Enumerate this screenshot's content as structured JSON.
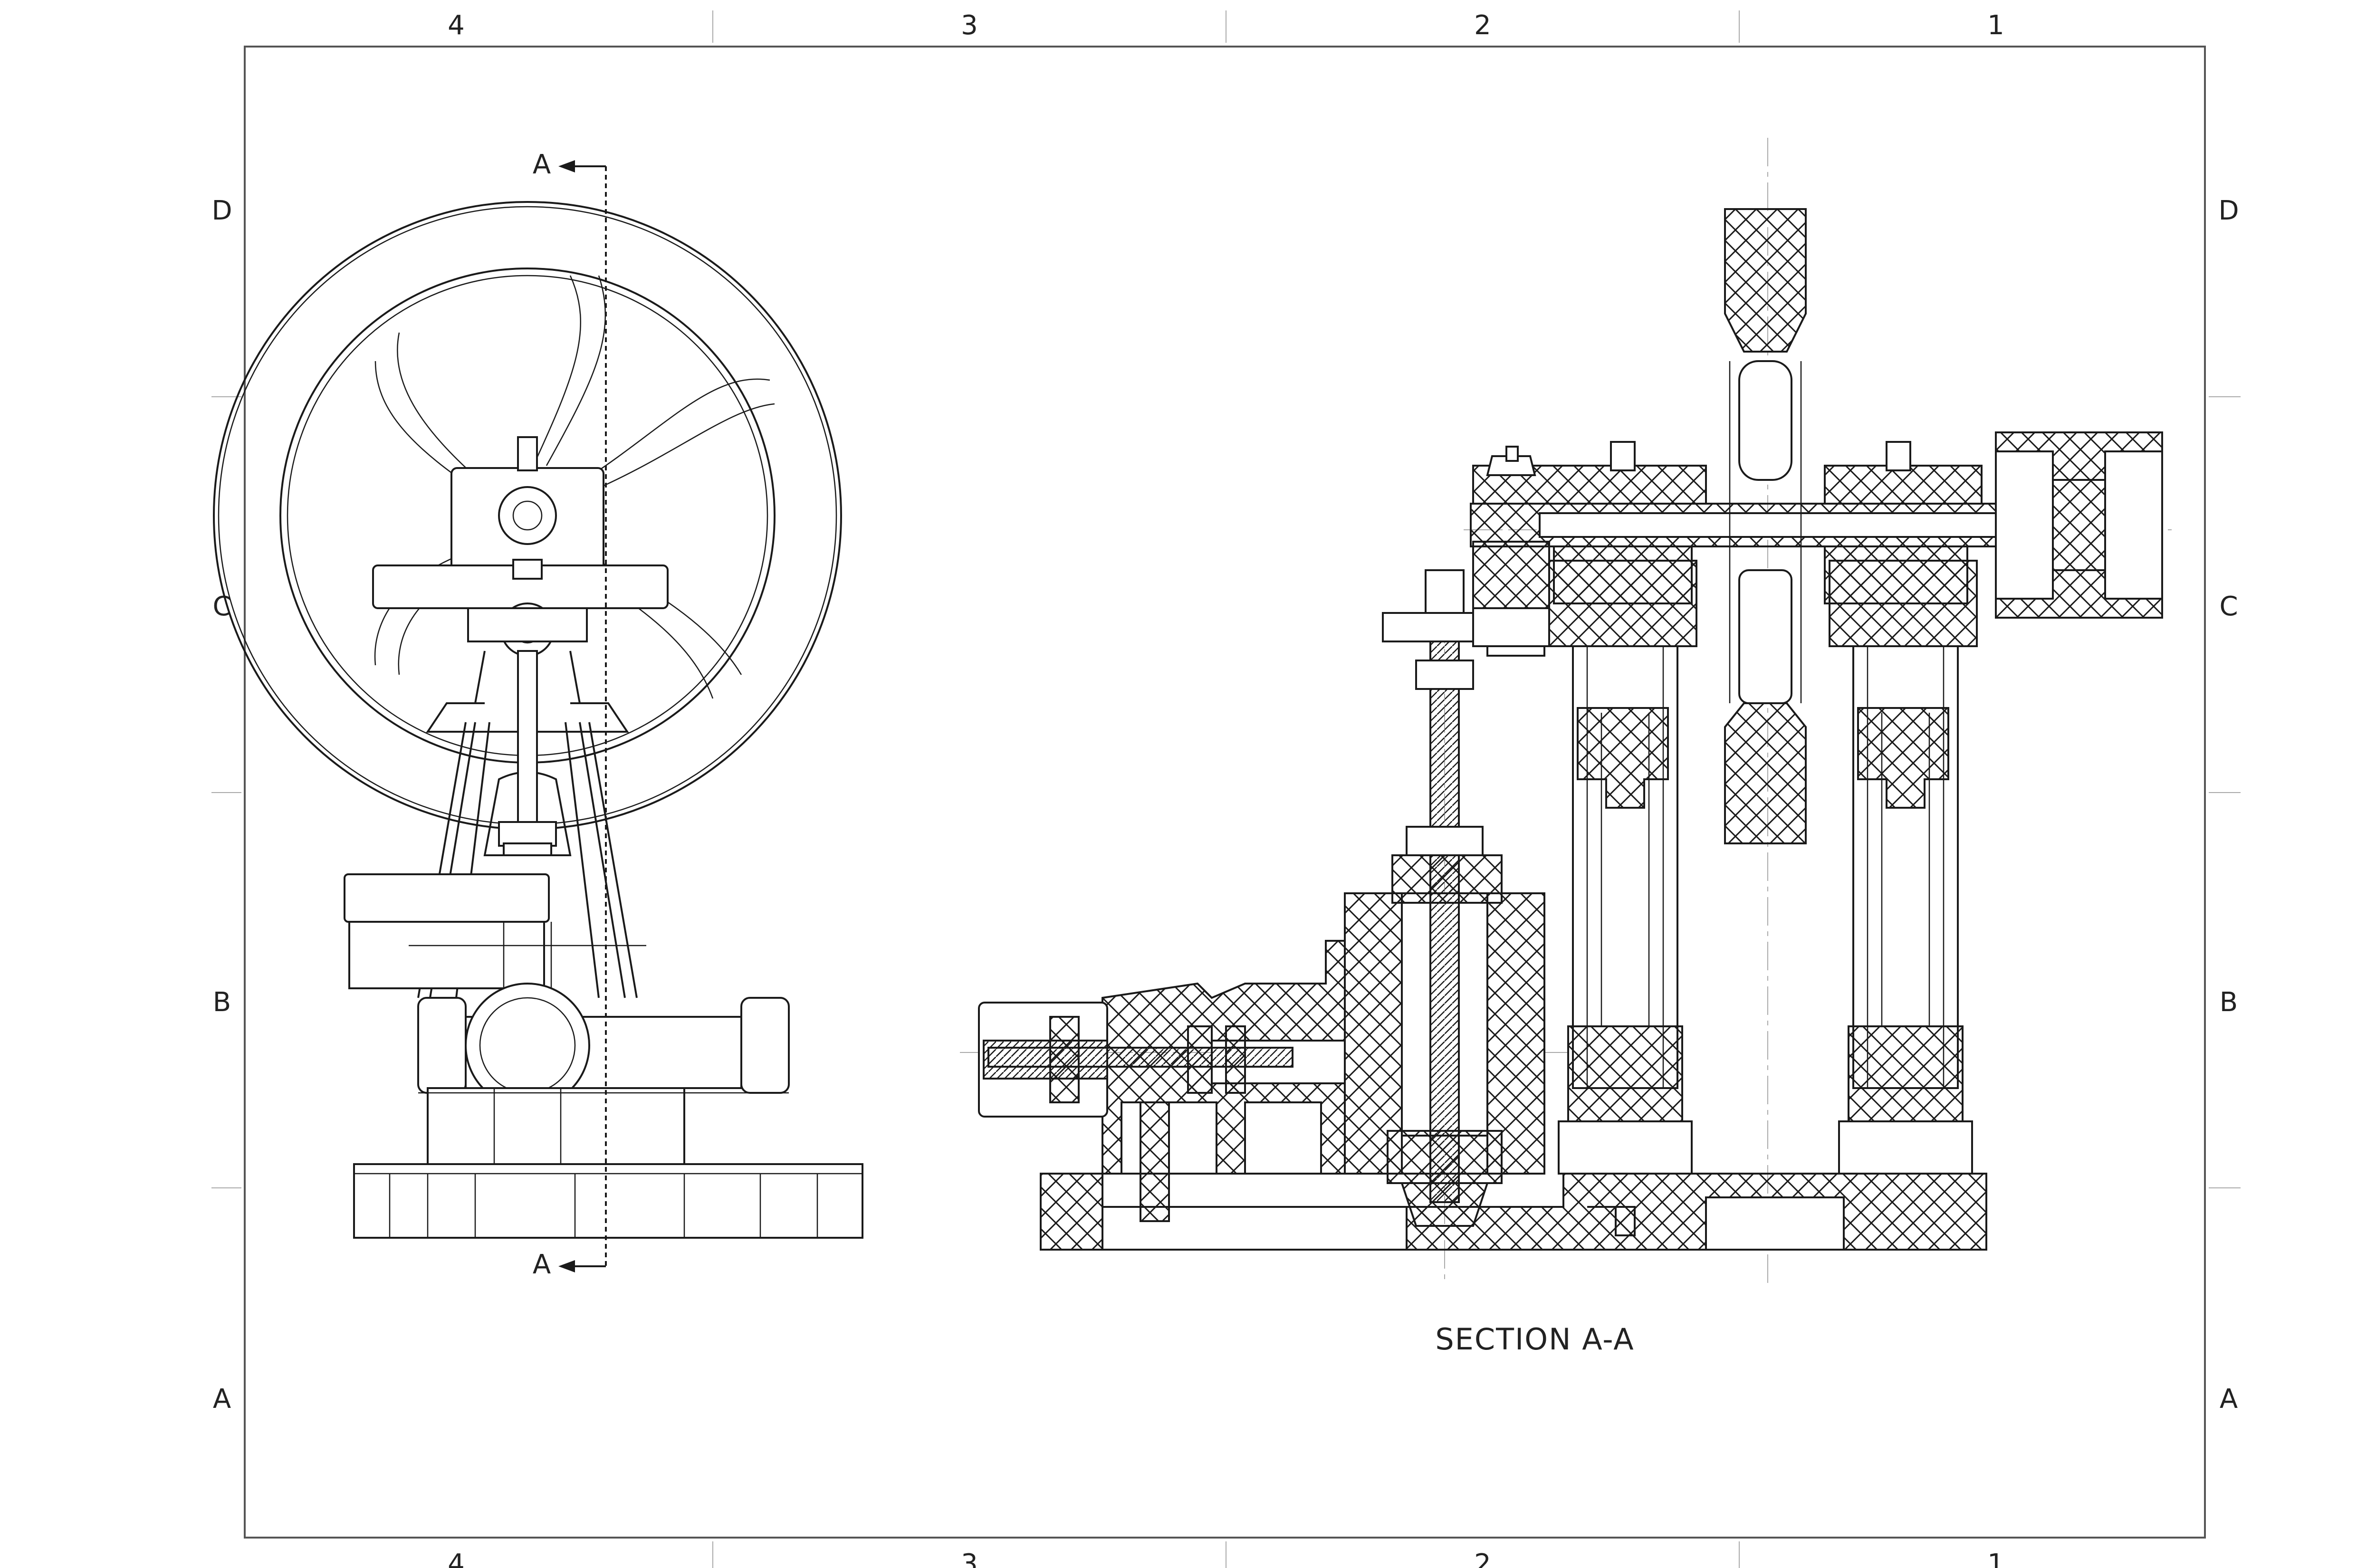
{
  "sheet": {
    "columns_top": [
      "4",
      "3",
      "2",
      "1"
    ],
    "columns_bottom": [
      "4",
      "3",
      "2",
      "1"
    ],
    "rows_left": [
      "D",
      "C",
      "B",
      "A"
    ],
    "rows_right": [
      "D",
      "C",
      "B",
      "A"
    ]
  },
  "front_view": {
    "cut_label_top": "A",
    "cut_label_bottom": "A"
  },
  "section_view": {
    "caption": "SECTION A-A"
  }
}
